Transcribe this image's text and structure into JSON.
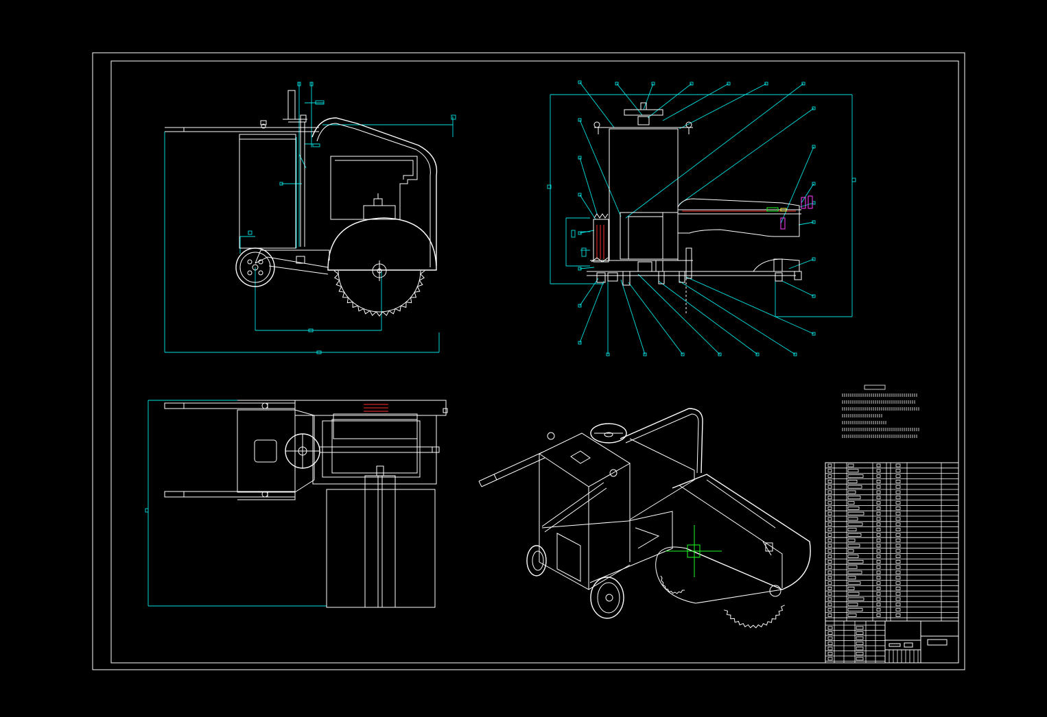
{
  "drawing": {
    "background": "#000000",
    "colors": {
      "outline": "#ffffff",
      "dimension": "#00e5e5",
      "highlight_red": "#ff3030",
      "highlight_magenta": "#ff40ff",
      "center_mark": "#20ff20"
    },
    "views": [
      {
        "id": "side-view"
      },
      {
        "id": "section-view"
      },
      {
        "id": "top-view"
      },
      {
        "id": "isometric-view"
      }
    ],
    "notes_block": {
      "line_count": 7
    },
    "parts_list": {
      "row_count": 29,
      "column_count": 7
    },
    "title_block": {
      "present": true
    }
  }
}
